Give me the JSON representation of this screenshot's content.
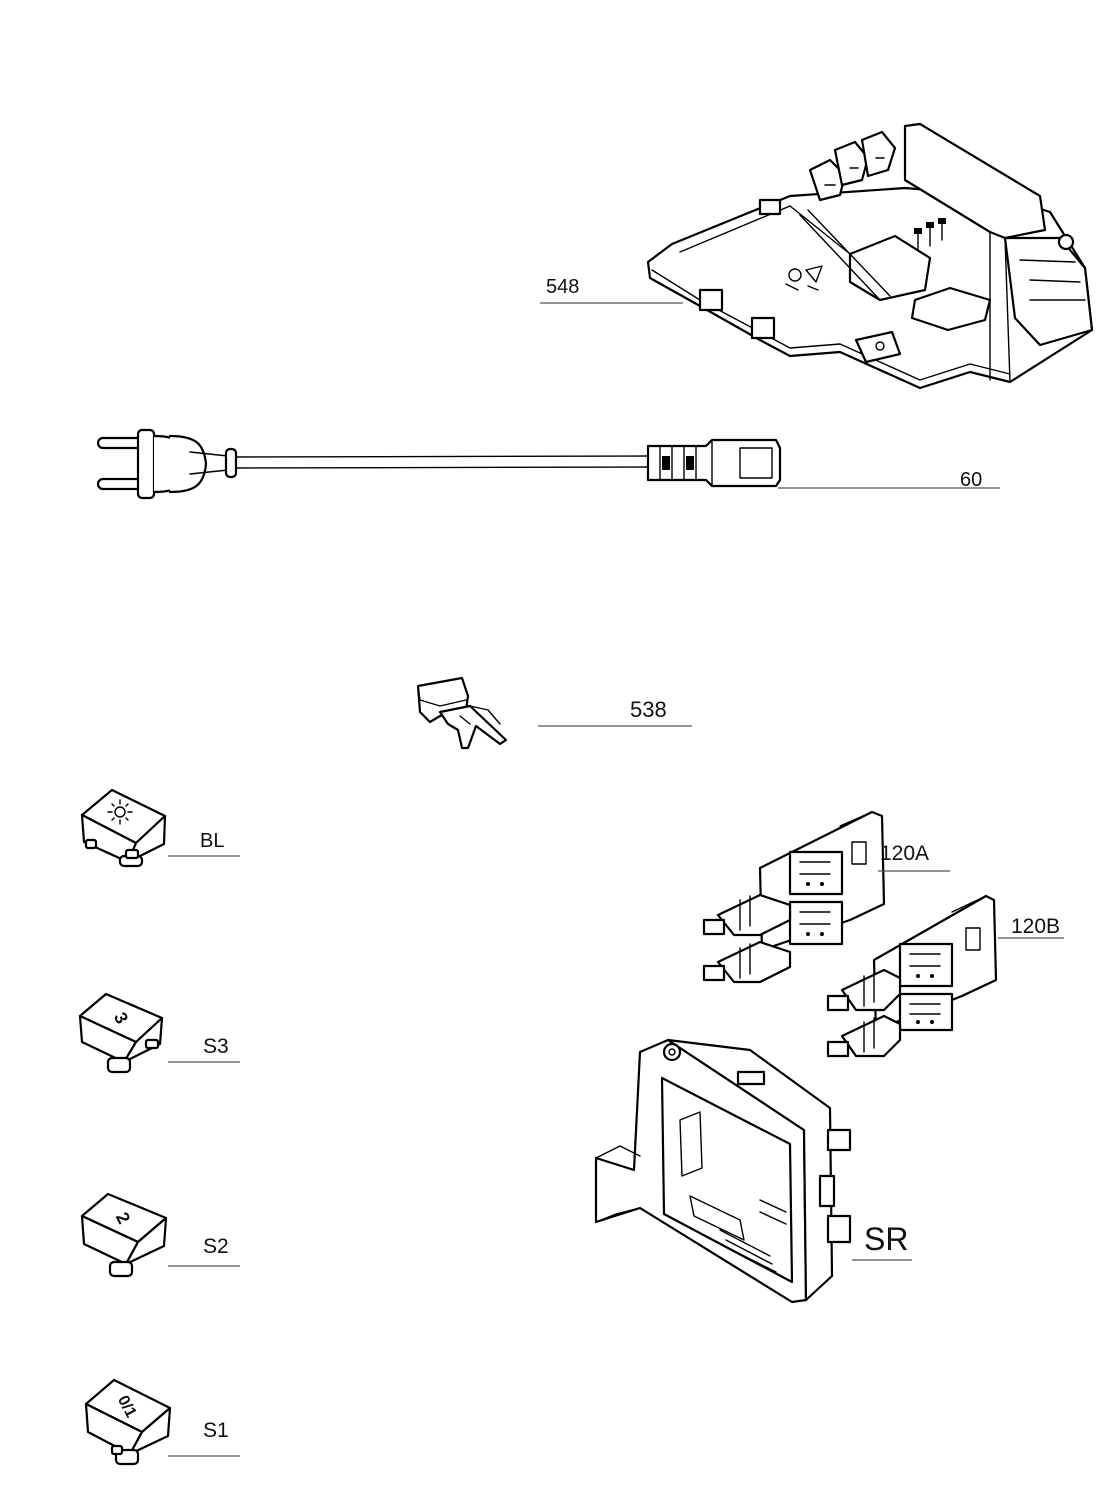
{
  "parts": [
    {
      "id": "548",
      "label": "548"
    },
    {
      "id": "60",
      "label": "60"
    },
    {
      "id": "538",
      "label": "538"
    },
    {
      "id": "BL",
      "label": "BL"
    },
    {
      "id": "120A",
      "label": "120A"
    },
    {
      "id": "120B",
      "label": "120B"
    },
    {
      "id": "S3",
      "label": "S3",
      "key_text": "3"
    },
    {
      "id": "S2",
      "label": "S2",
      "key_text": "2"
    },
    {
      "id": "SR",
      "label": "SR"
    },
    {
      "id": "S1",
      "label": "S1",
      "key_text": "0/1"
    }
  ],
  "colors": {
    "line": "#000000",
    "leader": "#555555",
    "background": "#ffffff"
  }
}
